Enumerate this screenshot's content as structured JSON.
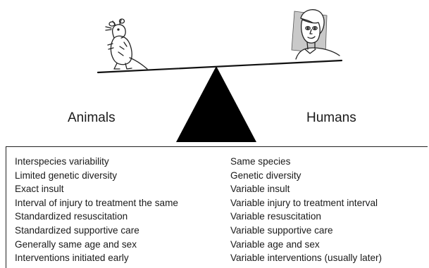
{
  "balance": {
    "left_label": "Animals",
    "right_label": "Humans",
    "left_icon": "rat-icon",
    "right_icon": "human-head-icon",
    "fulcrum_color": "#000000"
  },
  "comparison": {
    "animals": [
      "Interspecies variability",
      "Limited genetic diversity",
      "Exact insult",
      "Interval of injury to treatment the same",
      "Standardized resuscitation",
      "Standardized supportive care",
      "Generally same age and sex",
      "Interventions initiated early"
    ],
    "humans": [
      "Same species",
      "Genetic diversity",
      "Variable insult",
      "Variable injury to treatment interval",
      "Variable resuscitation",
      "Variable supportive care",
      "Variable age and sex",
      "Variable interventions (usually later)"
    ]
  }
}
